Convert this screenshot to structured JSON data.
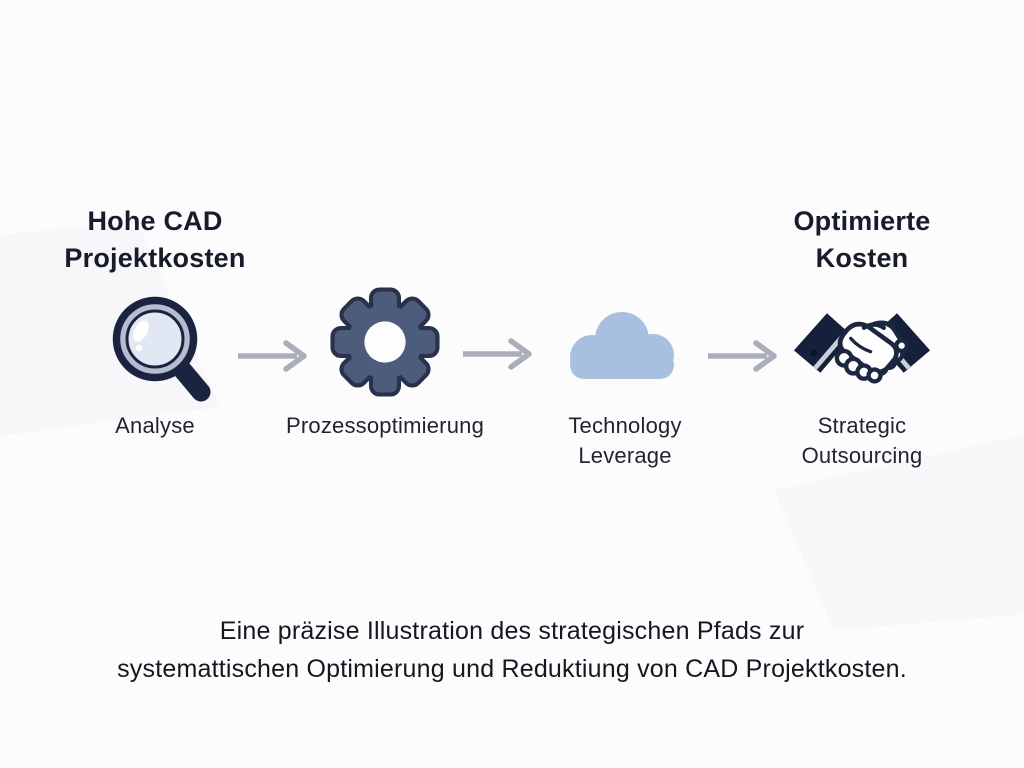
{
  "colors": {
    "background": "#fcfcfd",
    "heading_text": "#171c2b",
    "label_text": "#1f2431",
    "arrow_gray": "#a9aeba",
    "icon_outline_navy": "#1b2340",
    "gear_slate": "#4e5c7c",
    "cloud_blue": "#a7c0df",
    "magnifier_lens_blue": "#e1e8f4",
    "magnifier_ring_gray": "#b7bdcf",
    "sleeve_navy": "#15203b",
    "cuff_stripe_gray": "#c9cfdb"
  },
  "diagram": {
    "start_heading": "Hohe CAD Projektkosten",
    "end_heading": "Optimierte Kosten",
    "steps": [
      {
        "label": "Analyse",
        "icon": "magnifier-icon"
      },
      {
        "label": "Prozessoptimierung",
        "icon": "gear-icon"
      },
      {
        "label": "Technology Leverage",
        "icon": "cloud-icon"
      },
      {
        "label": "Strategic Outsourcing",
        "icon": "handshake-icon"
      }
    ],
    "arrow_count": 3,
    "caption": {
      "line1": "Eine präzise Illustration des strategischen Pfads zur",
      "line2": "systemattischen Optimierung und Reduktiung von CAD Projektkosten."
    }
  }
}
